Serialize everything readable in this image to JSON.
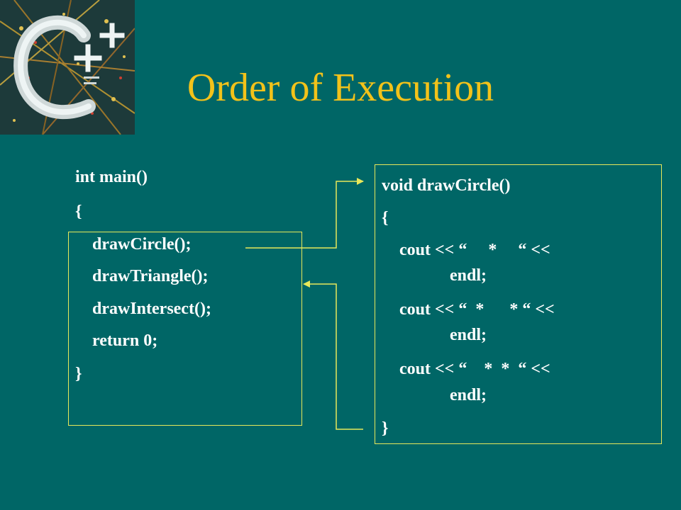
{
  "slide": {
    "title": "Order of Execution",
    "logo_text": "C++",
    "colors": {
      "background": "#006666",
      "title": "#f2c21a",
      "code": "#ffffff",
      "border": "#e8e85a"
    }
  },
  "main_code": {
    "line1": "int main()",
    "line2": "{",
    "line3": "drawCircle();",
    "line4": "drawTriangle();",
    "line5": "drawIntersect();",
    "line6": "return 0;",
    "line7": "}"
  },
  "draw_code": {
    "line1": "void drawCircle()",
    "line2": "{",
    "line3": "cout << “     *     “ <<",
    "line4": "endl;",
    "line5": "cout << “  *      * “ <<",
    "line6": "endl;",
    "line7": "cout << “    *  *  “ <<",
    "line8": "endl;",
    "line9": "}"
  }
}
